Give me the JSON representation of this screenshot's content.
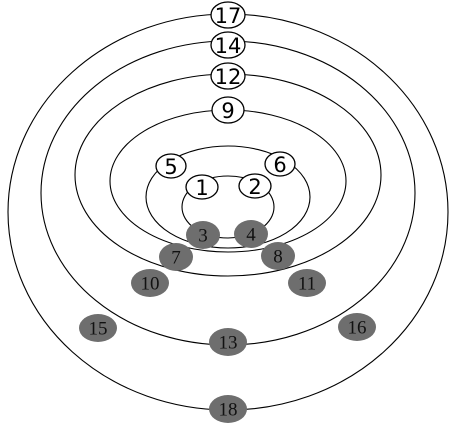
{
  "diagram": {
    "colors": {
      "ring_stroke": "#000000",
      "white_node_fill": "#ffffff",
      "dark_node_fill": "#6e6e6e",
      "text": "#000000"
    },
    "ring_count": 6,
    "nodes": [
      {
        "label": "17",
        "style": "white"
      },
      {
        "label": "14",
        "style": "white"
      },
      {
        "label": "12",
        "style": "white"
      },
      {
        "label": "9",
        "style": "white"
      },
      {
        "label": "5",
        "style": "white"
      },
      {
        "label": "6",
        "style": "white"
      },
      {
        "label": "1",
        "style": "white"
      },
      {
        "label": "2",
        "style": "white"
      },
      {
        "label": "3",
        "style": "dark"
      },
      {
        "label": "4",
        "style": "dark"
      },
      {
        "label": "7",
        "style": "dark"
      },
      {
        "label": "8",
        "style": "dark"
      },
      {
        "label": "10",
        "style": "dark"
      },
      {
        "label": "11",
        "style": "dark"
      },
      {
        "label": "15",
        "style": "dark"
      },
      {
        "label": "16",
        "style": "dark"
      },
      {
        "label": "13",
        "style": "dark"
      },
      {
        "label": "18",
        "style": "dark"
      }
    ]
  }
}
